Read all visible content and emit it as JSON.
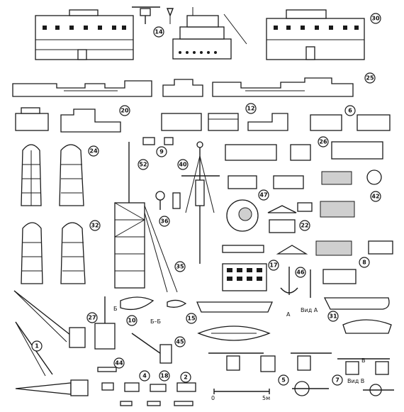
{
  "colors": {
    "ink": "#1a1a1a",
    "paper": "#ffffff",
    "fill": "#cfcfcf"
  },
  "badges": {
    "b14": "14",
    "b30": "30",
    "b25": "25",
    "b20": "20",
    "b12": "12",
    "b6": "6",
    "b24": "24",
    "b9": "9",
    "b52": "52",
    "b40": "40",
    "b26": "26",
    "b42": "42",
    "b47": "47",
    "b36": "36",
    "b22": "22",
    "b32": "32",
    "b8": "8",
    "b35": "35",
    "b17": "17",
    "b46": "46",
    "b31": "31",
    "b27": "27",
    "b10": "10",
    "b15": "15",
    "b1": "1",
    "b45": "45",
    "b44": "44",
    "b4": "4",
    "b18": "18",
    "b2": "2",
    "b5": "5",
    "b7": "7"
  },
  "labels": {
    "section_mark_b": "Б",
    "section_bb": "Б–Б",
    "view_a": "Вид А",
    "arrow_a": "А",
    "view_v": "Вид В",
    "arrow_v": "В",
    "scale_zero": "0",
    "scale_five": "5м"
  }
}
